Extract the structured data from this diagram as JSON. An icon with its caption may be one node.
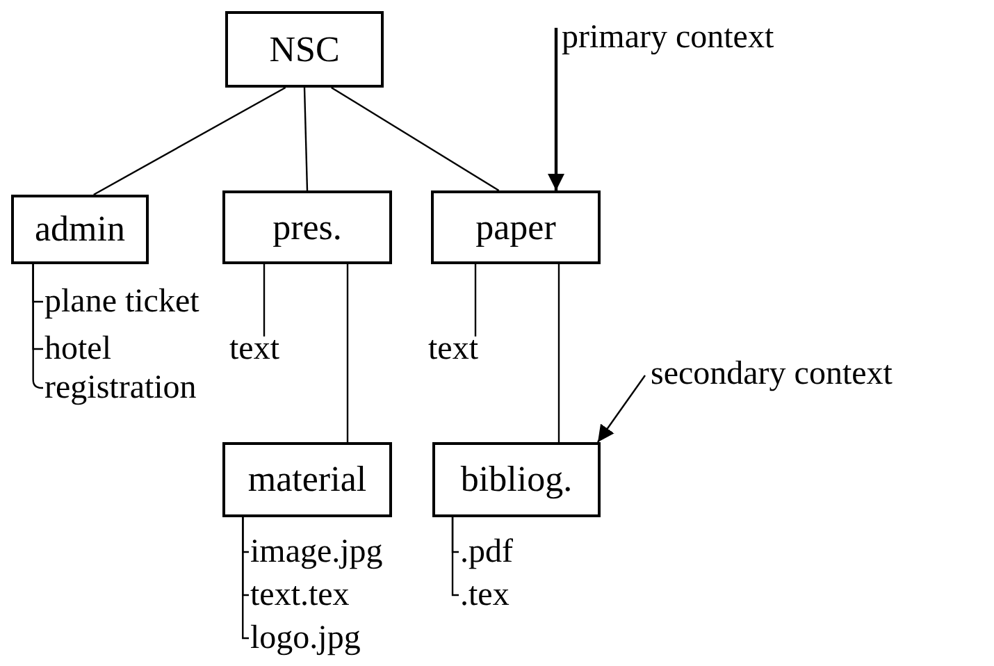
{
  "diagram": {
    "nodes": [
      {
        "text": [
          "NSC"
        ]
      },
      {
        "text": [
          "admin"
        ]
      },
      {
        "text": [
          "pres."
        ]
      },
      {
        "text": [
          "paper"
        ]
      },
      {
        "text": [
          "primary context"
        ]
      },
      {
        "text": [
          "plane ticket"
        ]
      },
      {
        "text": [
          "hotel"
        ]
      },
      {
        "text": [
          "registration"
        ]
      },
      {
        "text": [
          "text"
        ]
      },
      {
        "text": [
          "text"
        ]
      },
      {
        "text": [
          "secondary context"
        ]
      },
      {
        "text": [
          "material"
        ]
      },
      {
        "text": [
          "bibliog."
        ]
      },
      {
        "text": [
          "image.jpg"
        ]
      },
      {
        "text": [
          "text.tex"
        ]
      },
      {
        "text": [
          "logo.jpg"
        ]
      },
      {
        "text": [
          ".pdf"
        ]
      },
      {
        "text": [
          ".tex"
        ]
      }
    ],
    "edges": [
      {
        "from": 0,
        "to": 1,
        "arrow": "none"
      },
      {
        "from": 0,
        "to": 2,
        "arrow": "none"
      },
      {
        "from": 0,
        "to": 3,
        "arrow": "none"
      },
      {
        "from": 4,
        "to": 3,
        "arrow": "to"
      },
      {
        "from": 1,
        "to": 5,
        "arrow": "none"
      },
      {
        "from": 1,
        "to": 6,
        "arrow": "none"
      },
      {
        "from": 1,
        "to": 7,
        "arrow": "none"
      },
      {
        "from": 2,
        "to": 8,
        "arrow": "none"
      },
      {
        "from": 2,
        "to": 11,
        "arrow": "none"
      },
      {
        "from": 3,
        "to": 9,
        "arrow": "none"
      },
      {
        "from": 3,
        "to": 12,
        "arrow": "none"
      },
      {
        "from": 10,
        "to": 12,
        "arrow": "to"
      },
      {
        "from": 11,
        "to": 13,
        "arrow": "none"
      },
      {
        "from": 11,
        "to": 14,
        "arrow": "none"
      },
      {
        "from": 11,
        "to": 15,
        "arrow": "none"
      },
      {
        "from": 12,
        "to": 16,
        "arrow": "none"
      },
      {
        "from": 12,
        "to": 17,
        "arrow": "none"
      }
    ]
  }
}
